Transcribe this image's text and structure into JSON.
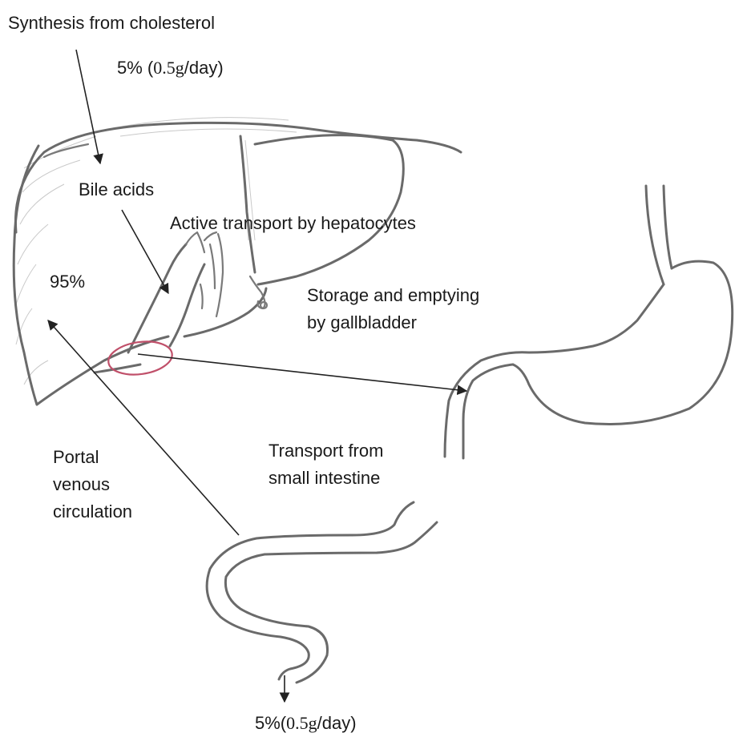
{
  "labels": {
    "synthesis": "Synthesis from cholesterol",
    "top_percent_a": "5% (",
    "top_amount": "0.5g",
    "top_percent_b": "/day)",
    "bile_acids": "Bile acids",
    "active_transport": "Active transport by hepatocytes",
    "ninety_five": "95%",
    "storage_line1": "Storage and emptying",
    "storage_line2": "by gallbladder",
    "portal_line1": "Portal",
    "portal_line2": "venous",
    "portal_line3": "circulation",
    "transport_line1": "Transport from",
    "transport_line2": "small intestine",
    "bottom_percent_a": "5%(",
    "bottom_amount": "0.5g",
    "bottom_percent_b": "/day)"
  },
  "colors": {
    "organ_outline": "#6a6a6a",
    "highlight_ellipse": "#c0506a",
    "arrow": "#222222"
  }
}
